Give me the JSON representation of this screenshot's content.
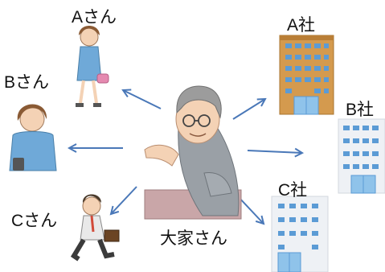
{
  "labels": {
    "landlord": "大家さん",
    "person_a": "Aさん",
    "person_b": "Bさん",
    "person_c": "Cさん",
    "company_a": "A社",
    "company_b": "B社",
    "company_c": "C社"
  },
  "icons": {
    "landlord": "elderly-man-icon",
    "person_a": "woman-with-handbag-icon",
    "person_b": "woman-with-phone-icon",
    "person_c": "running-businessman-icon",
    "company_a": "brown-office-building-icon",
    "company_b": "white-office-building-icon",
    "company_c": "white-office-building-icon"
  },
  "colors": {
    "arrow": "#4a78b8",
    "building_brown": "#d49a4e",
    "building_light": "#eef1f5",
    "window_blue": "#5b9bd5"
  }
}
